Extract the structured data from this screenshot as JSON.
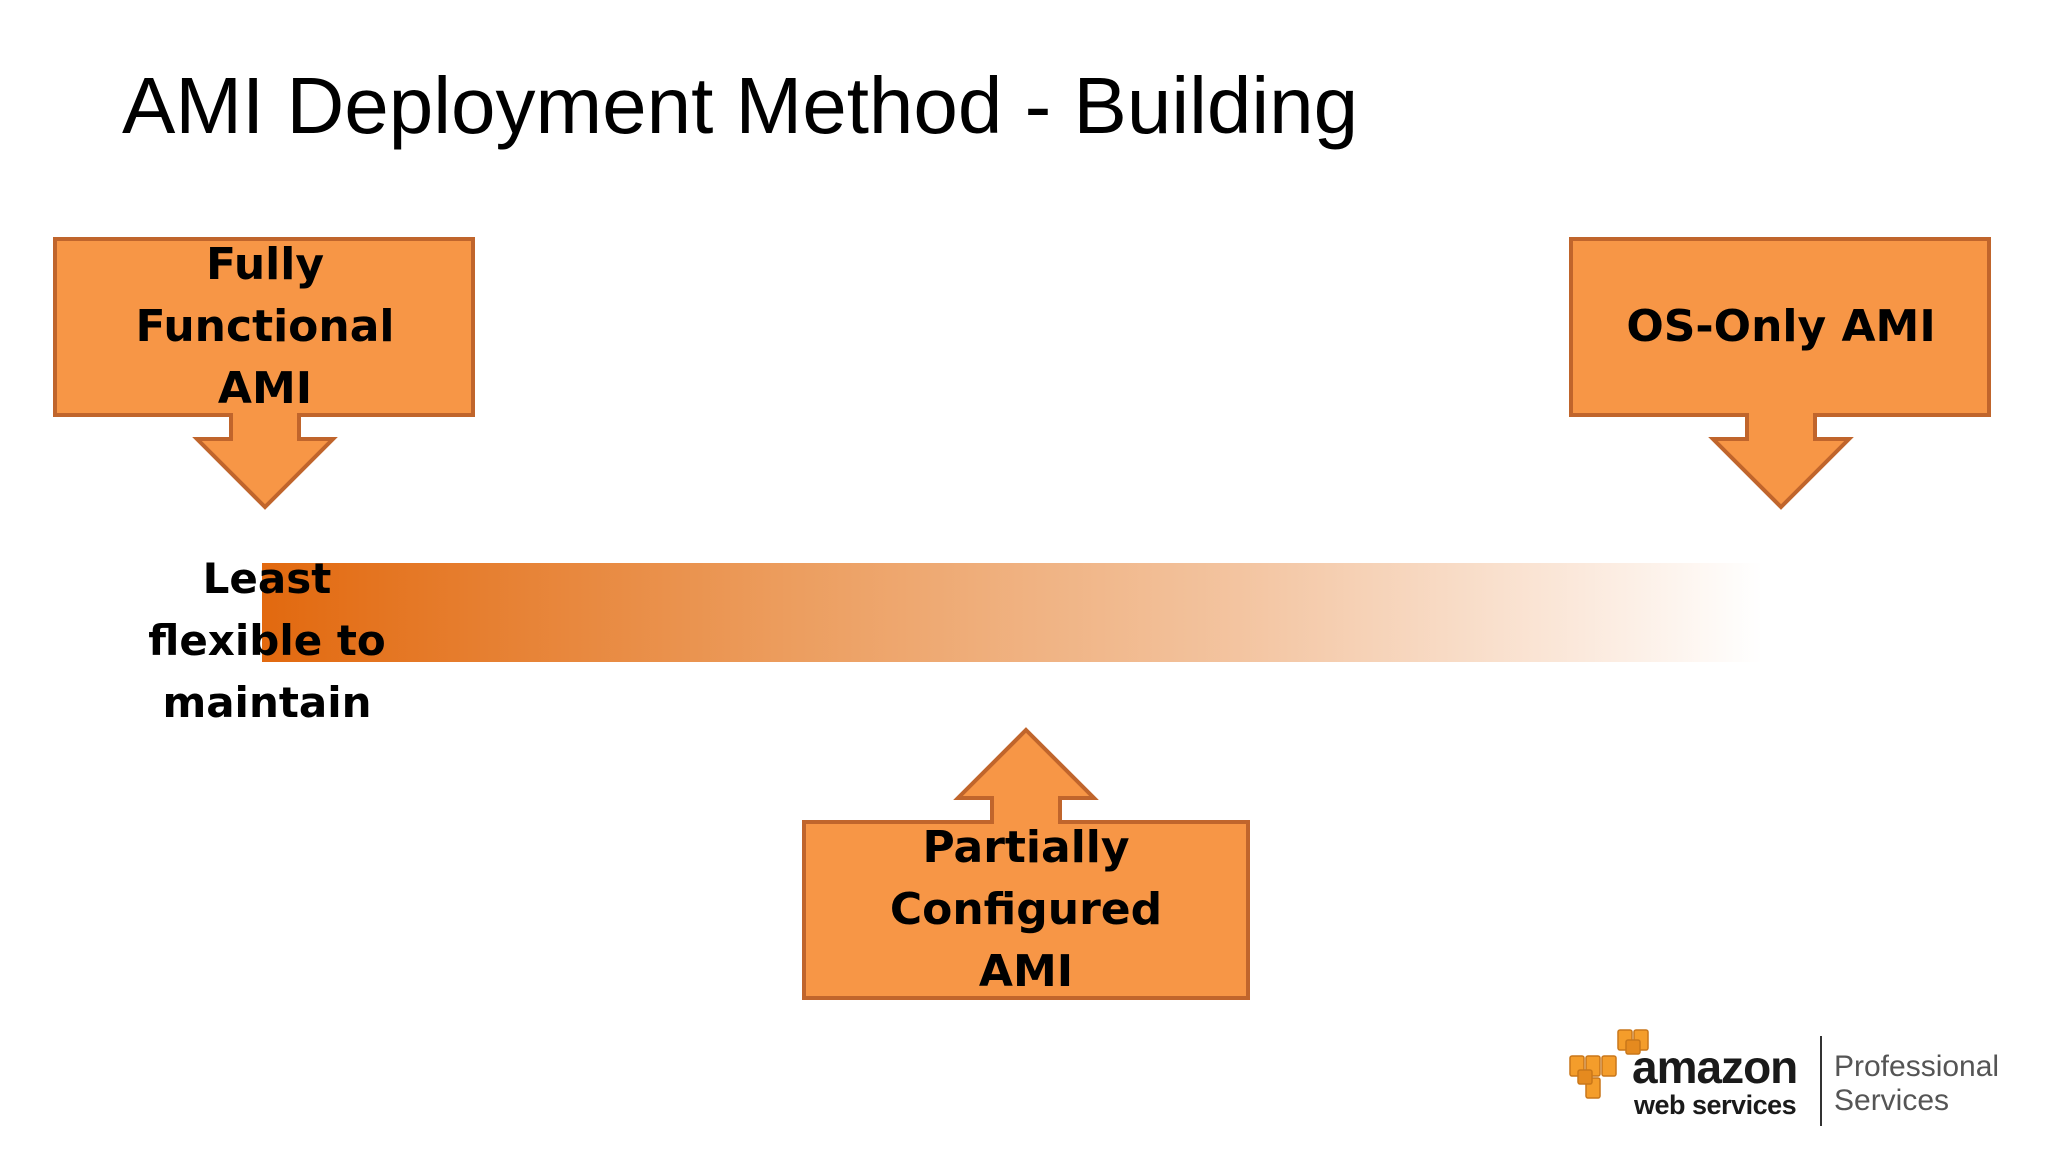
{
  "title": "AMI Deployment Method - Building",
  "callouts": {
    "fully_functional": "Fully Functional AMI",
    "os_only": "OS-Only AMI",
    "partially_configured": "Partially Configured AMI"
  },
  "scale": {
    "left_label": "Least flexible to maintain"
  },
  "logo": {
    "amazon": "amazon",
    "web_services": "web services",
    "professional": "Professional",
    "services": "Services"
  },
  "colors": {
    "callout_fill": "#f79646",
    "callout_stroke": "#c0652c",
    "gradient_start": "#e2690f",
    "logo_orange": "#f49d2b"
  }
}
